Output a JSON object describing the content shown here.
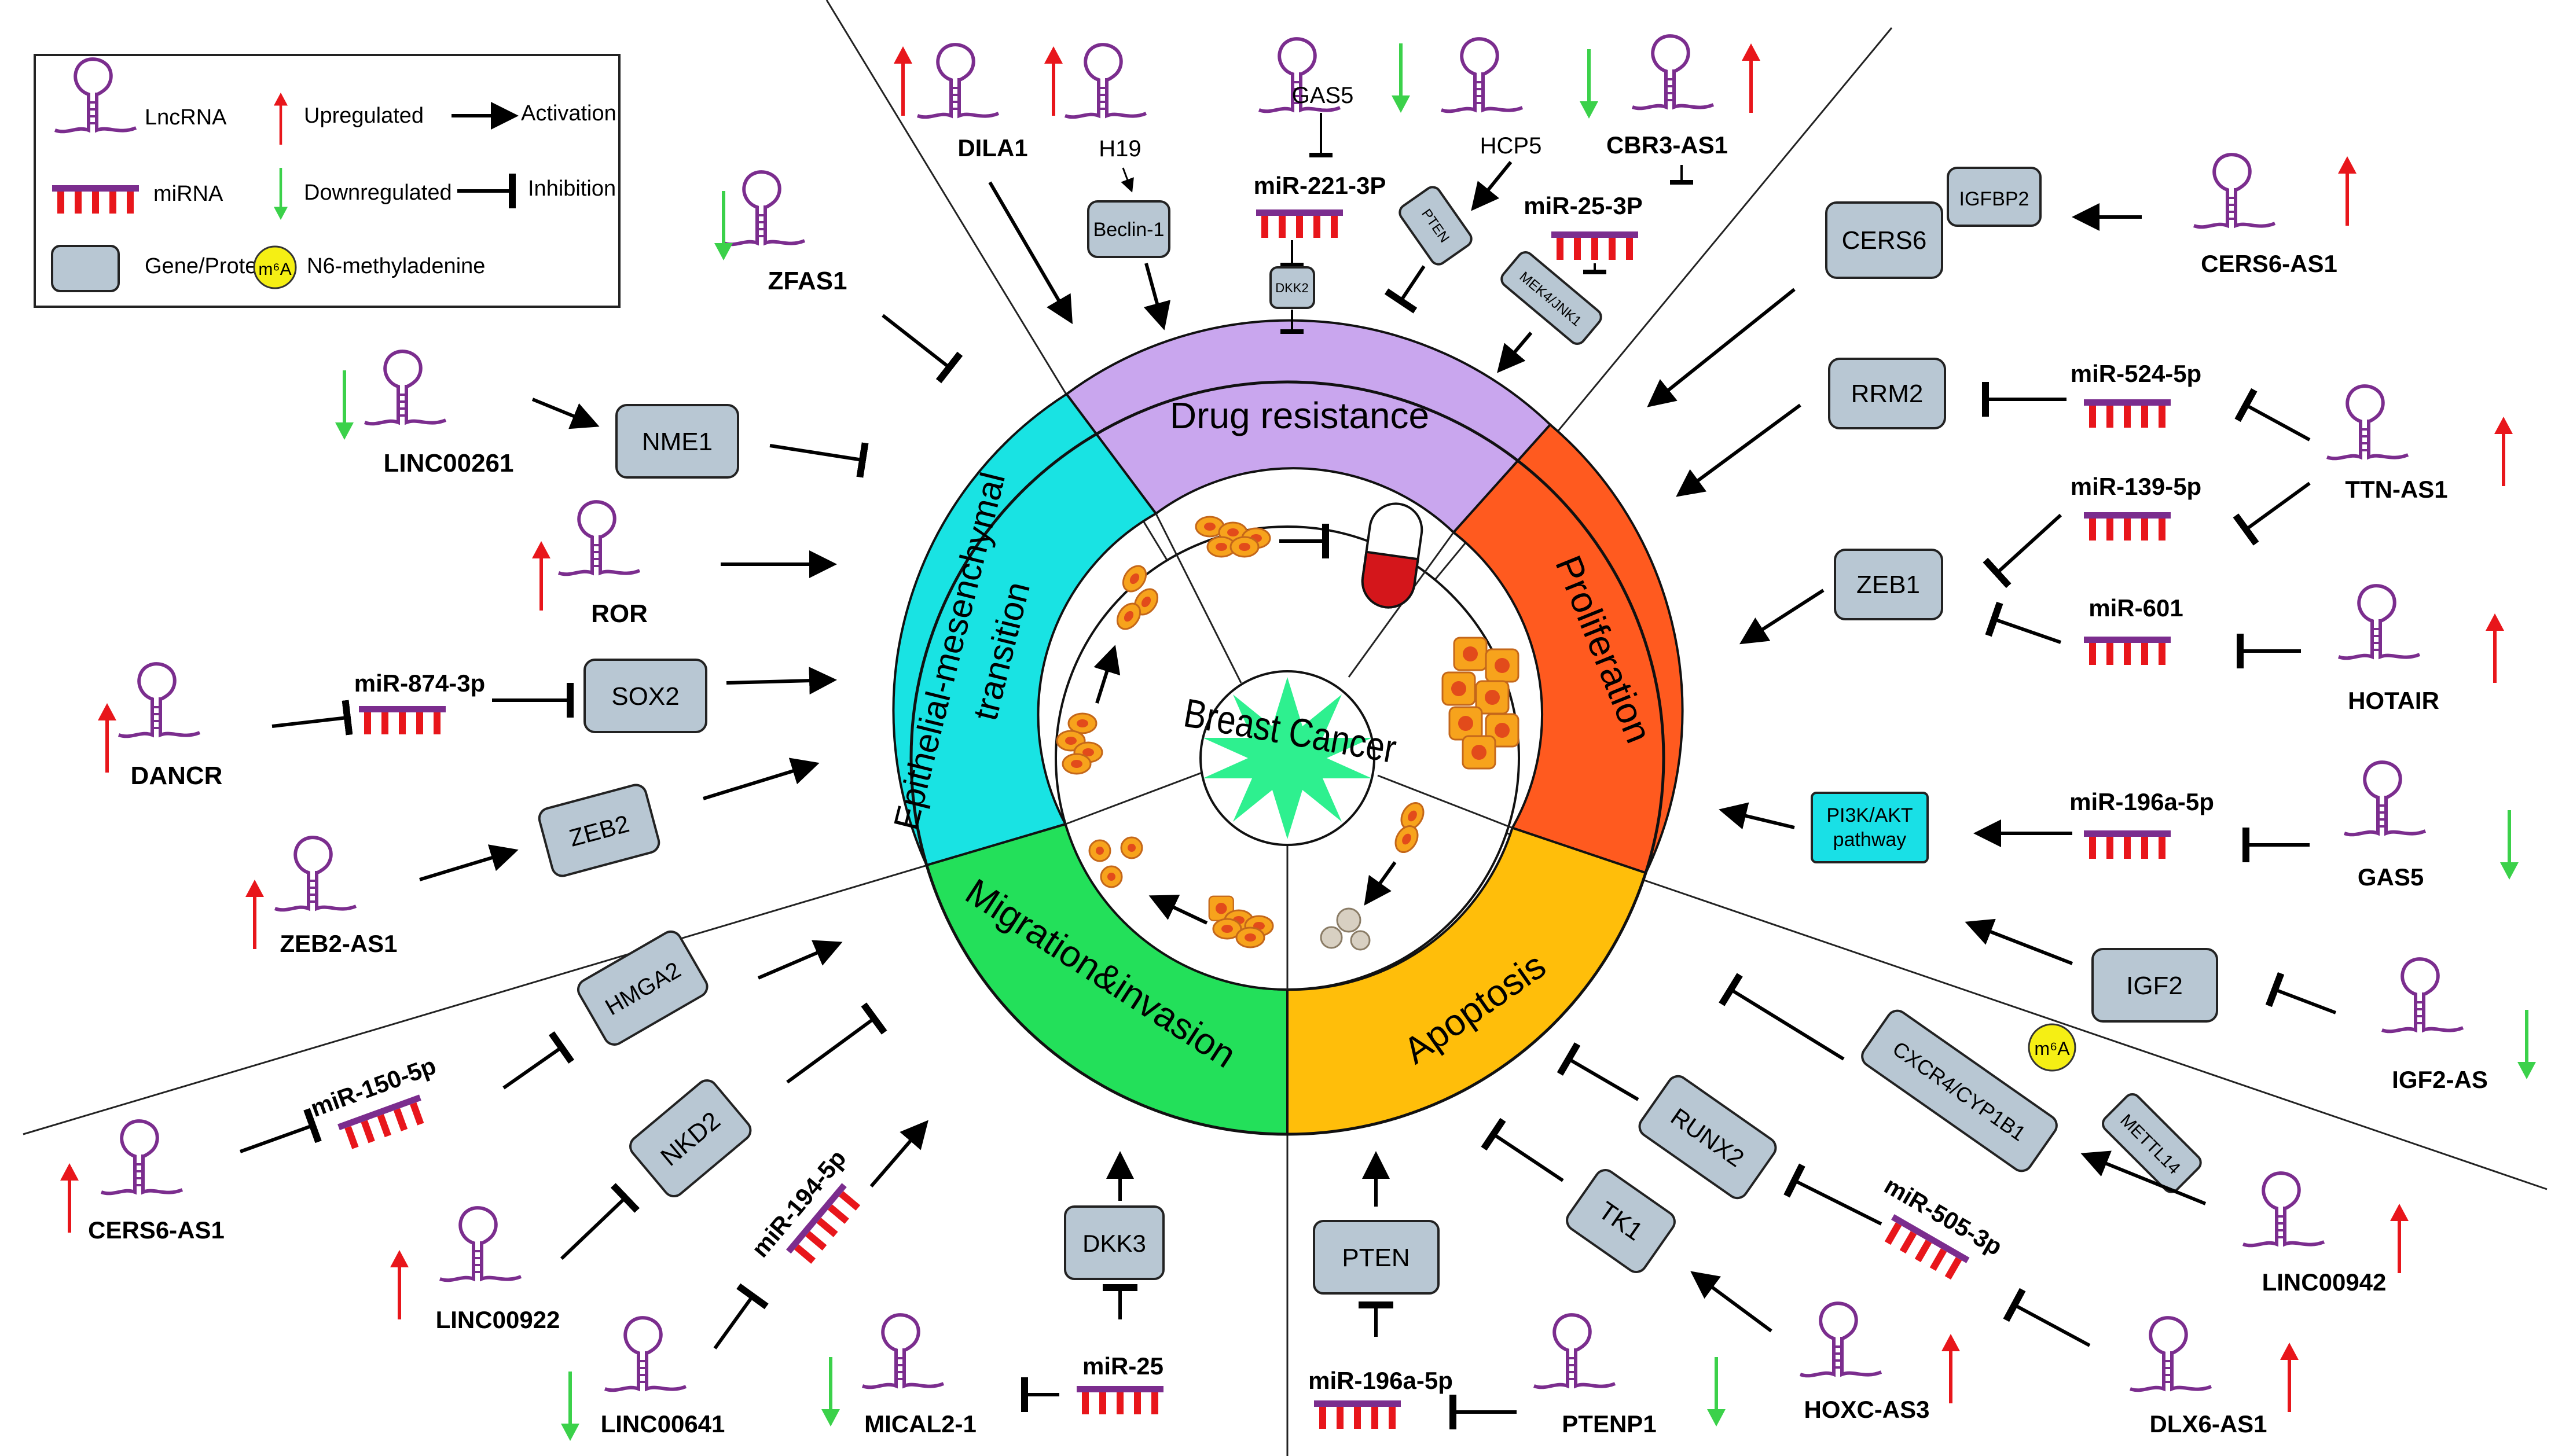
{
  "legend": {
    "lncrna": "LncRNA",
    "mirna": "miRNA",
    "gene": "Gene/Protein",
    "up": "Upregulated",
    "down": "Downregulated",
    "m6a": "N6-methyladenine",
    "m6a_badge": "m⁶A",
    "activation": "Activation",
    "inhibition": "Inhibition"
  },
  "colors": {
    "lncrna": "#7b2d8e",
    "mirna_bar": "#7b2d8e",
    "mirna_teeth": "#e8161b",
    "up_arrow": "#e8161b",
    "down_arrow": "#3bd14a",
    "gene_box": "#b8c7d3",
    "pathway_box": "#19e0e6",
    "m6a_circle": "#f5ef14",
    "drug_resistance": "#c9a6ee",
    "proliferation": "#ff5a1f",
    "apoptosis": "#ffbe0a",
    "migration": "#23e05a",
    "emt": "#19e3e3",
    "center_star": "#2ef08f"
  },
  "sectors": {
    "drug": "Drug resistance",
    "proliferation": "Proliferation",
    "apoptosis": "Apoptosis",
    "migration": "Migration&invasion",
    "emt_1": "Epithelial-mesenchymal",
    "emt_2": "transition"
  },
  "center": "Breast Cancer",
  "lncrnas": {
    "dila1": "DILA1",
    "h19": "H19",
    "gas5_top": "GAS5",
    "hcp5": "HCP5",
    "cbr3": "CBR3-AS1",
    "cers6_right": "CERS6-AS1",
    "ttn": "TTN-AS1",
    "hotair": "HOTAIR",
    "gas5_right": "GAS5",
    "igf2as": "IGF2-AS",
    "linc00942": "LINC00942",
    "dlx6": "DLX6-AS1",
    "hoxc": "HOXC-AS3",
    "ptenp1": "PTENP1",
    "mical": "MICAL2-1",
    "linc00641": "LINC00641",
    "linc00922": "LINC00922",
    "cers6_left": "CERS6-AS1",
    "zeb2as1": "ZEB2-AS1",
    "dancr": "DANCR",
    "ror": "ROR",
    "linc00261": "LINC00261",
    "zfas1": "ZFAS1"
  },
  "mirnas": {
    "mir221": "miR-221-3P",
    "mir25_3p": "miR-25-3P",
    "mir524": "miR-524-5p",
    "mir139": "miR-139-5p",
    "mir601": "miR-601",
    "mir196_right": "miR-196a-5p",
    "mir505": "miR-505-3p",
    "mir196_bottom": "miR-196a-5p",
    "mir25": "miR-25",
    "mir194": "miR-194-5p",
    "mir150": "miR-150-5p",
    "mir874": "miR-874-3p"
  },
  "genes": {
    "beclin": "Beclin-1",
    "dkk2": "DKK2",
    "pten_small": "PTEN",
    "mek4": "MEK4/JNK1",
    "cers6": "CERS6",
    "igfbp2": "IGFBP2",
    "rrm2": "RRM2",
    "zeb1": "ZEB1",
    "pi3k_1": "PI3K/AKT",
    "pi3k_2": "pathway",
    "igf2": "IGF2",
    "cxcr4": "CXCR4/CYP1B1",
    "mettl14": "METTL14",
    "runx2": "RUNX2",
    "tk1": "TK1",
    "pten": "PTEN",
    "dkk3": "DKK3",
    "nkd2": "NKD2",
    "hmga2": "HMGA2",
    "zeb2": "ZEB2",
    "sox2": "SOX2",
    "nme1": "NME1"
  }
}
